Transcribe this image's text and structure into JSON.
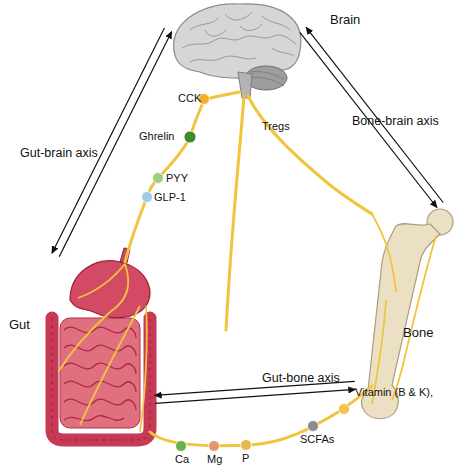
{
  "diagram": {
    "nodes": [
      {
        "text": [
          "Brain"
        ]
      },
      {
        "text": [
          "Gut"
        ]
      },
      {
        "text": [
          "Bone"
        ]
      }
    ],
    "edges": [
      {
        "from": 1,
        "to": 0,
        "arrow": "both",
        "label": "Gut-brain axis"
      },
      {
        "from": 2,
        "to": 0,
        "arrow": "both",
        "label": "Bone-brain axis"
      },
      {
        "from": 1,
        "to": 2,
        "arrow": "both",
        "label": "Gut-bone axis"
      }
    ],
    "labels": [
      "CCK",
      "Ghrelin",
      "PYY",
      "GLP-1",
      "Tregs",
      "Ca",
      "Mg",
      "P",
      "SCFAs",
      "Vitamin (B & K),"
    ]
  }
}
